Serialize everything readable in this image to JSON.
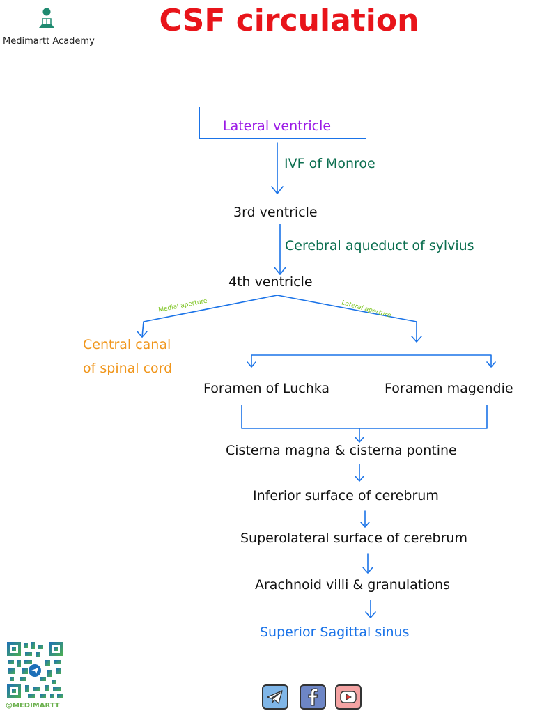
{
  "brand": {
    "name": "Medimartt Academy",
    "logo_icon": "reading-person-icon",
    "logo_color": "#1f8a70"
  },
  "title": {
    "text": "CSF circulation",
    "color": "#e8141a"
  },
  "colors": {
    "arrow": "#1a73e8",
    "node": "#111111",
    "label_green": "#0b6e4f",
    "purple": "#9b19e6",
    "orange": "#f0961c",
    "blue": "#1a73e8",
    "small_green": "#7cc41f"
  },
  "nodes": {
    "lateral_ventricle": "Lateral ventricle",
    "third_ventricle": "3rd ventricle",
    "fourth_ventricle": "4th ventricle",
    "central_canal_line1": "Central canal",
    "central_canal_line2": "of spinal cord",
    "foramen_luchka": "Foramen of Luchka",
    "foramen_magendie": "Foramen magendie",
    "cisterna": "Cisterna magna & cisterna pontine",
    "inferior_surface": "Inferior surface of cerebrum",
    "superolateral_surface": "Superolateral surface of cerebrum",
    "arachnoid_villi": "Arachnoid villi & granulations",
    "superior_sagittal": "Superior Sagittal sinus"
  },
  "edges": {
    "ivf": "IVF of Monroe",
    "aqueduct": "Cerebral aqueduct of sylvius",
    "medial_aperture": "Medial aperture",
    "lateral_aperture": "Lateral aperture"
  },
  "footer": {
    "handle": "@MEDIMARTT",
    "qr_icon": "qr-code-icon",
    "social_icons": [
      "telegram-icon",
      "facebook-icon",
      "youtube-icon"
    ]
  }
}
